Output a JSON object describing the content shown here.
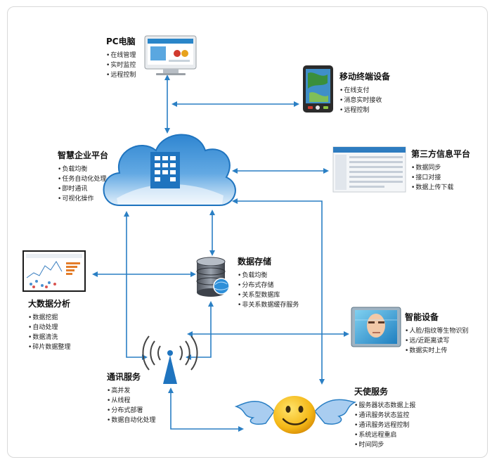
{
  "nodes": {
    "pc": {
      "title": "PC电脑",
      "items": [
        "在线管理",
        "实时监控",
        "远程控制"
      ]
    },
    "mobile": {
      "title": "移动终端设备",
      "items": [
        "在线支付",
        "消息实时接收",
        "远程控制"
      ]
    },
    "platform": {
      "title": "智慧企业平台",
      "items": [
        "负载均衡",
        "任务自动化处理",
        "即时通讯",
        "可视化操作"
      ]
    },
    "third_party": {
      "title": "第三方信息平台",
      "items": [
        "数据同步",
        "接口对接",
        "数据上传下载"
      ]
    },
    "bigdata": {
      "title": "大数据分析",
      "items": [
        "数据挖掘",
        "自动处理",
        "数据清洗",
        "碎片数据整理"
      ]
    },
    "storage": {
      "title": "数据存储",
      "items": [
        "负载均衡",
        "分布式存储",
        "关系型数据库",
        "非关系数据缓存服务"
      ]
    },
    "smart_device": {
      "title": "智能设备",
      "items": [
        "人脸/指纹等生物识别",
        "远/近距离读写",
        "数据实时上传"
      ]
    },
    "comm": {
      "title": "通讯服务",
      "items": [
        "高并发",
        "从线程",
        "分布式部署",
        "数据自动化处理"
      ]
    },
    "angel": {
      "title": "天使服务",
      "items": [
        "服务器状态数据上报",
        "通讯服务状态监控",
        "通讯服务远程控制",
        "系统远程重启",
        "时间同步"
      ]
    }
  },
  "colors": {
    "arrow": "#2a7fc4",
    "cloud_top": "#3d8fd6",
    "cloud_bottom": "#cfe6f7",
    "building": "#1f74bf"
  }
}
